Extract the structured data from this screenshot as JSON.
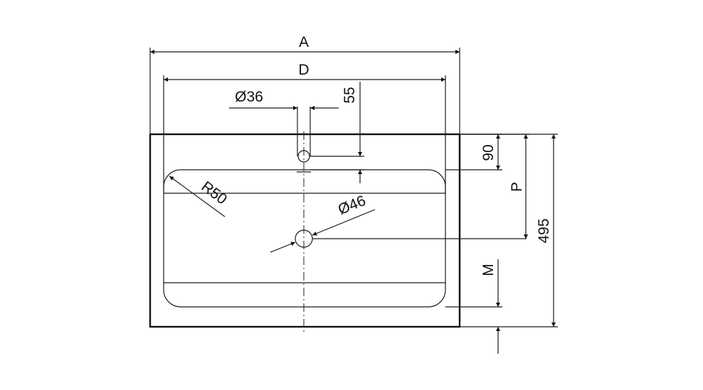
{
  "dimensions": {
    "overall_width": "A",
    "inner_width": "D",
    "tap_hole": "Ø36",
    "tap_offset": "55",
    "tap_to_bowl": "90",
    "drain_pos": "P",
    "overall_depth": "495",
    "bottom_offset": "M",
    "corner_radius": "R50",
    "drain": "Ø46"
  }
}
